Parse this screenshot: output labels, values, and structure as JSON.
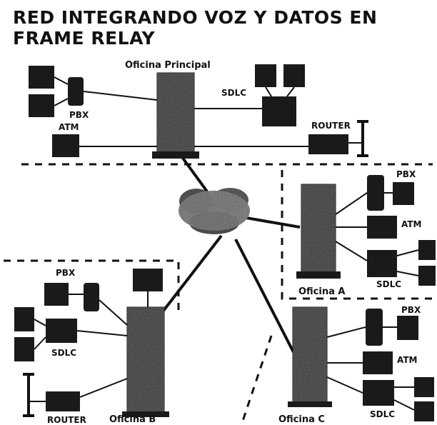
{
  "title": "RED INTEGRANDO VOZ Y DATOS EN FRAME RELAY",
  "labels": {
    "principal": "Oficina Principal",
    "oficina_a": "Oficina A",
    "oficina_b": "Oficina B",
    "oficina_c": "Oficina C",
    "pbx": "PBX",
    "atm": "ATM",
    "sdlc": "SDLC",
    "router": "ROUTER"
  },
  "colors": {
    "ink": "#111111",
    "background": "#ffffff",
    "cloud": "#555555"
  },
  "icons": [
    "frame-relay-cloud-icon",
    "server-tower-icon",
    "telephone-icon",
    "terminal-icon",
    "router-icon"
  ]
}
